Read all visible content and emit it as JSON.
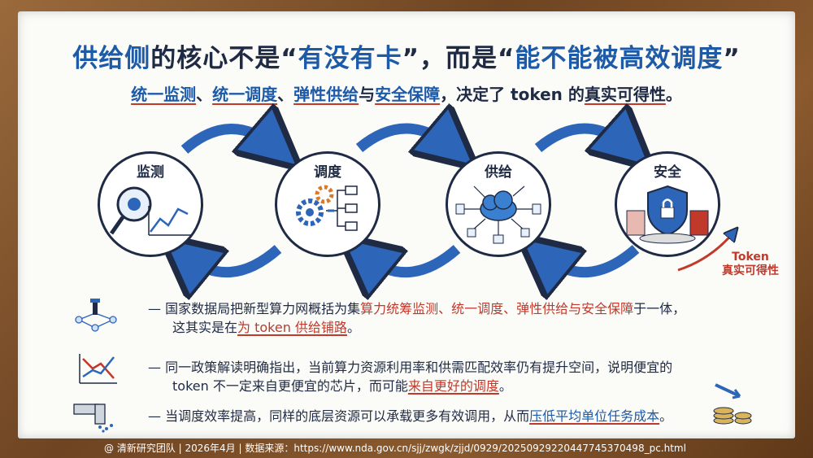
{
  "title": {
    "part1": "供给侧",
    "part2": "的核心不是“",
    "part3": "有没有卡",
    "part4": "”，而是“",
    "part5": "能不能被高效调度",
    "part6": "”"
  },
  "subtitle": {
    "s1": "统一监测",
    "sep1": "、",
    "s2": "统一调度",
    "sep2": "、",
    "s3": "弹性供给",
    "sep3": "与",
    "s4": "安全保障",
    "tail1": "，决定了 token 的",
    "s5": "真实可得性",
    "tail2": "。"
  },
  "cycle": {
    "steps": [
      {
        "label": "监测",
        "icon": "magnifier-chart-icon"
      },
      {
        "label": "调度",
        "icon": "gears-flowchart-icon"
      },
      {
        "label": "供给",
        "icon": "cloud-network-icon"
      },
      {
        "label": "安全",
        "icon": "shield-lock-icon"
      }
    ],
    "token_note_line1": "Token",
    "token_note_line2": "真实可得性"
  },
  "bullets": [
    {
      "icon": "network-tower-icon",
      "line1_a": "— 国家数据局把新型算力网概括为集",
      "line1_b": "算力统筹监测、统一调度、弹性供给与安全保障",
      "line1_c": "于一体，",
      "line2_a": "这其实是在",
      "line2_b": "为 token 供给铺路",
      "line2_c": "。"
    },
    {
      "icon": "trend-chart-icon",
      "line1_a": "— 同一政策解读明确指出，当前算力资源利用率和供需匹配效率仍有提升空间，说明便宜的",
      "line2_a": "token 不一定来自更便宜的芯片，而可能",
      "line2_b": "来自更好的调度",
      "line2_c": "。"
    },
    {
      "icon": "water-pipe-icon",
      "line1_a": "— 当调度效率提高，同样的底层资源可以承载更多有效调用，从而",
      "line1_b": "压低平均单位任务成本",
      "line1_c": "。"
    }
  ],
  "footer": "@ 清新研究团队 | 2026年4月 | 数据来源：https://www.nda.gov.cn/sjj/zwgk/zjjd/0929/20250929220447745370498_pc.html"
}
